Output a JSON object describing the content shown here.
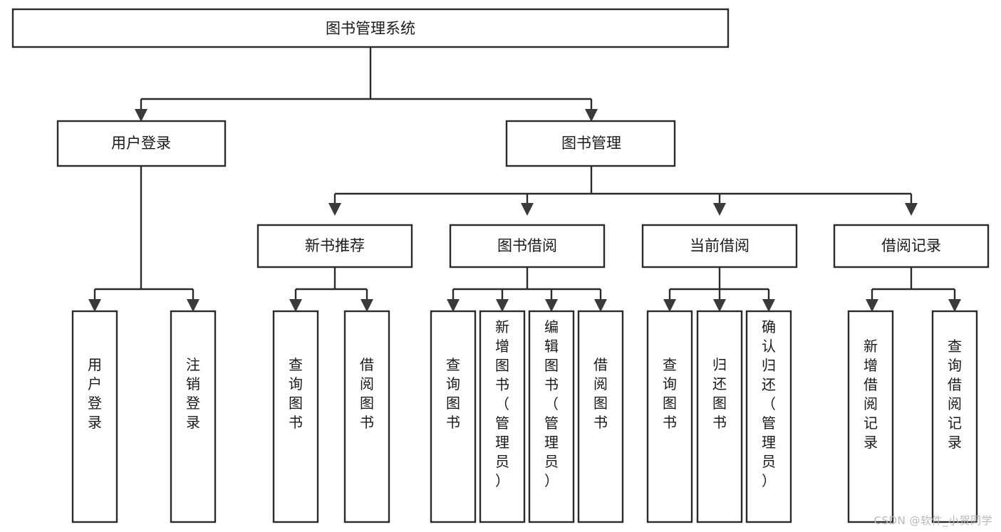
{
  "diagram": {
    "type": "tree-hierarchy",
    "title": "图书管理系统",
    "orientation": "top-down",
    "colors": {
      "box_fill": "#ffffff",
      "box_stroke": "#2b2b2b",
      "connector": "#2b2b2b",
      "arrow": "#3a3a3a",
      "text": "#1a1a1a",
      "watermark": "#b8b8b8",
      "background": "#ffffff"
    },
    "root": {
      "id": "root",
      "label": "图书管理系统",
      "level": 0,
      "orientation": "horizontal"
    },
    "level2": [
      {
        "id": "user-login",
        "label": "用户登录",
        "level": 1,
        "orientation": "horizontal"
      },
      {
        "id": "book-manage",
        "label": "图书管理",
        "level": 1,
        "orientation": "horizontal"
      }
    ],
    "level3": [
      {
        "id": "new-book-rec",
        "label": "新书推荐",
        "level": 2,
        "orientation": "horizontal",
        "parent": "book-manage"
      },
      {
        "id": "book-borrow",
        "label": "图书借阅",
        "level": 2,
        "orientation": "horizontal",
        "parent": "book-manage"
      },
      {
        "id": "current-borrow",
        "label": "当前借阅",
        "level": 2,
        "orientation": "horizontal",
        "parent": "book-manage"
      },
      {
        "id": "borrow-record",
        "label": "借阅记录",
        "level": 2,
        "orientation": "horizontal",
        "parent": "book-manage"
      }
    ],
    "leaves": [
      {
        "id": "leaf-user-login",
        "label": "用户登录",
        "orientation": "vertical",
        "parent": "user-login"
      },
      {
        "id": "leaf-user-logout",
        "label": "注销登录",
        "orientation": "vertical",
        "parent": "user-login"
      },
      {
        "id": "leaf-query-book-1",
        "label": "查询图书",
        "orientation": "vertical",
        "parent": "new-book-rec"
      },
      {
        "id": "leaf-borrow-book-1",
        "label": "借阅图书",
        "orientation": "vertical",
        "parent": "new-book-rec"
      },
      {
        "id": "leaf-query-book-2",
        "label": "查询图书",
        "orientation": "vertical",
        "parent": "book-borrow"
      },
      {
        "id": "leaf-add-book",
        "label": "新增图书（管理员）",
        "orientation": "vertical",
        "parent": "book-borrow"
      },
      {
        "id": "leaf-edit-book",
        "label": "编辑图书（管理员）",
        "orientation": "vertical",
        "parent": "book-borrow"
      },
      {
        "id": "leaf-borrow-book-2",
        "label": "借阅图书",
        "orientation": "vertical",
        "parent": "book-borrow"
      },
      {
        "id": "leaf-query-book-3",
        "label": "查询图书",
        "orientation": "vertical",
        "parent": "current-borrow"
      },
      {
        "id": "leaf-return-book",
        "label": "归还图书",
        "orientation": "vertical",
        "parent": "current-borrow"
      },
      {
        "id": "leaf-confirm-return",
        "label": "确认归还（管理员）",
        "orientation": "vertical",
        "parent": "current-borrow"
      },
      {
        "id": "leaf-add-record",
        "label": "新增借阅记录",
        "orientation": "vertical",
        "parent": "borrow-record"
      },
      {
        "id": "leaf-query-record",
        "label": "查询借阅记录",
        "orientation": "vertical",
        "parent": "borrow-record"
      }
    ]
  },
  "watermark": {
    "label": "CSDN @软件_小贺同学"
  }
}
